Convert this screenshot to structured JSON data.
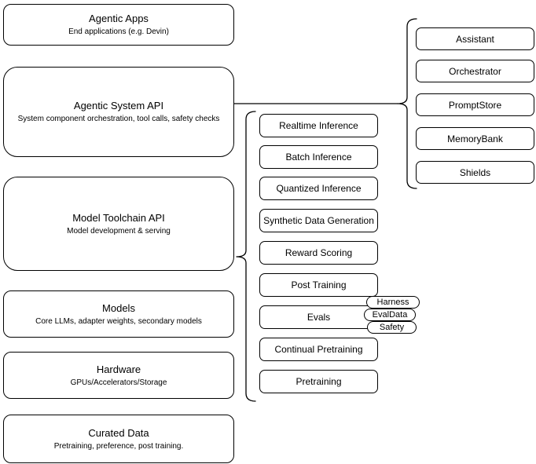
{
  "colors": {
    "stroke": "#000000",
    "node_fill": "#ffffff",
    "background": "#ffffff"
  },
  "left_column": {
    "boxes": [
      {
        "title": "Agentic Apps",
        "subtitle": "End applications (e.g. Devin)"
      },
      {
        "title": "Agentic System API",
        "subtitle": "System component orchestration, tool calls, safety checks"
      },
      {
        "title": "Model Toolchain API",
        "subtitle": "Model development & serving"
      },
      {
        "title": "Models",
        "subtitle": "Core LLMs, adapter weights, secondary models"
      },
      {
        "title": "Hardware",
        "subtitle": "GPUs/Accelerators/Storage"
      },
      {
        "title": "Curated Data",
        "subtitle": "Pretraining, preference, post training."
      }
    ]
  },
  "middle_column": {
    "items": [
      "Realtime Inference",
      "Batch Inference",
      "Quantized Inference",
      "Synthetic Data Generation",
      "Reward Scoring",
      "Post Training",
      "Evals",
      "Continual Pretraining",
      "Pretraining"
    ]
  },
  "evals_tags": {
    "items": [
      "Harness",
      "EvalData",
      "Safety"
    ]
  },
  "right_column": {
    "items": [
      "Assistant",
      "Orchestrator",
      "PromptStore",
      "MemoryBank",
      "Shields"
    ]
  }
}
